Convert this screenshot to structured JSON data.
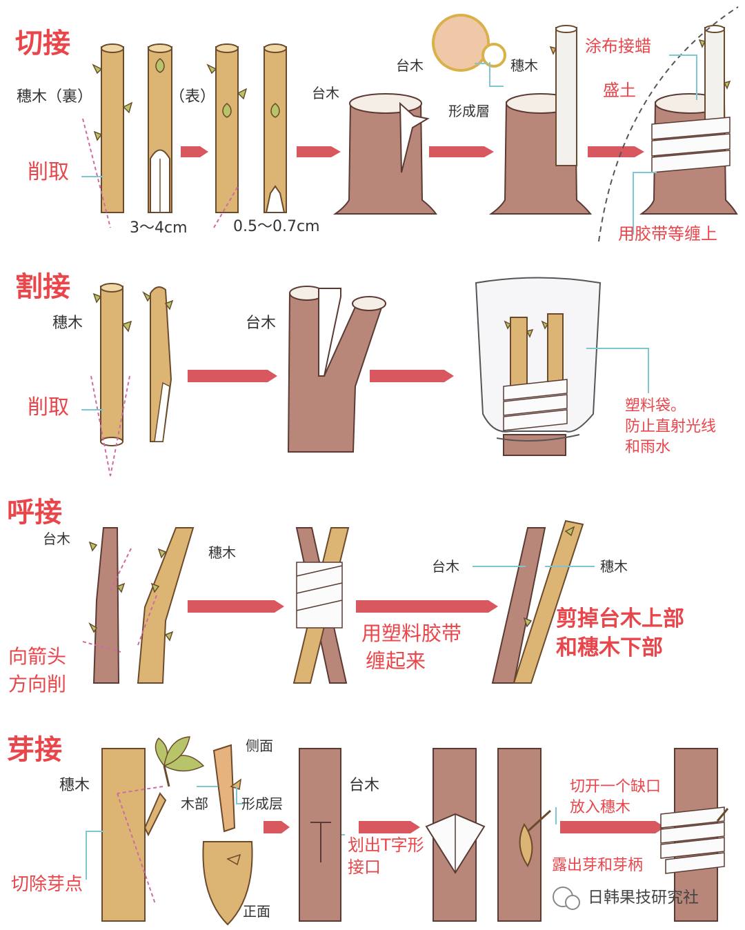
{
  "colors": {
    "accent": "#e8464b",
    "scion": "#dcb574",
    "stock": "#b9867a",
    "arrow": "#d9575e",
    "leader": "#7cc7d3",
    "cut": "#ffffff"
  },
  "sections": {
    "cut": {
      "title": "切接",
      "scion_back": "穗木（裏）",
      "front": "（表）",
      "shave": "削取",
      "len1": "3～4cm",
      "len2": "0.5～0.7cm",
      "rootstock": "台木",
      "rootstock2": "台木",
      "scion2": "穗木",
      "cambium": "形成層",
      "wax": "涂布接蜡",
      "soil": "盛土",
      "tape": "用胶带等缠上"
    },
    "cleft": {
      "title": "割接",
      "scion": "穗木",
      "shave": "削取",
      "rootstock": "台木",
      "bag": "塑料袋。",
      "bag2": "防止直射光线",
      "bag3": "和雨水"
    },
    "approach": {
      "title": "呼接",
      "rootstock": "台木",
      "scion": "穗木",
      "arrow1": "向箭头",
      "arrow2": "方向削",
      "wrap1": "用塑料胶带",
      "wrap2": "缠起来",
      "rootstock2": "台木",
      "scion2": "穗木",
      "cut1": "剪掉台木上部",
      "cut2": "和穗木下部"
    },
    "bud": {
      "title": "芽接",
      "scion": "穗木",
      "side": "侧面",
      "wood": "木部",
      "cambium": "形成层",
      "front": "正面",
      "rootstock": "台木",
      "remove": "切除芽点",
      "t1": "划出T字形",
      "t2": "接口",
      "notch1": "切开一个缺口",
      "notch2": "放入穗木",
      "expose": "露出芽和芽柄"
    }
  },
  "watermark": {
    "text": "日韩果技研究社",
    "icon": "wechat-icon"
  }
}
